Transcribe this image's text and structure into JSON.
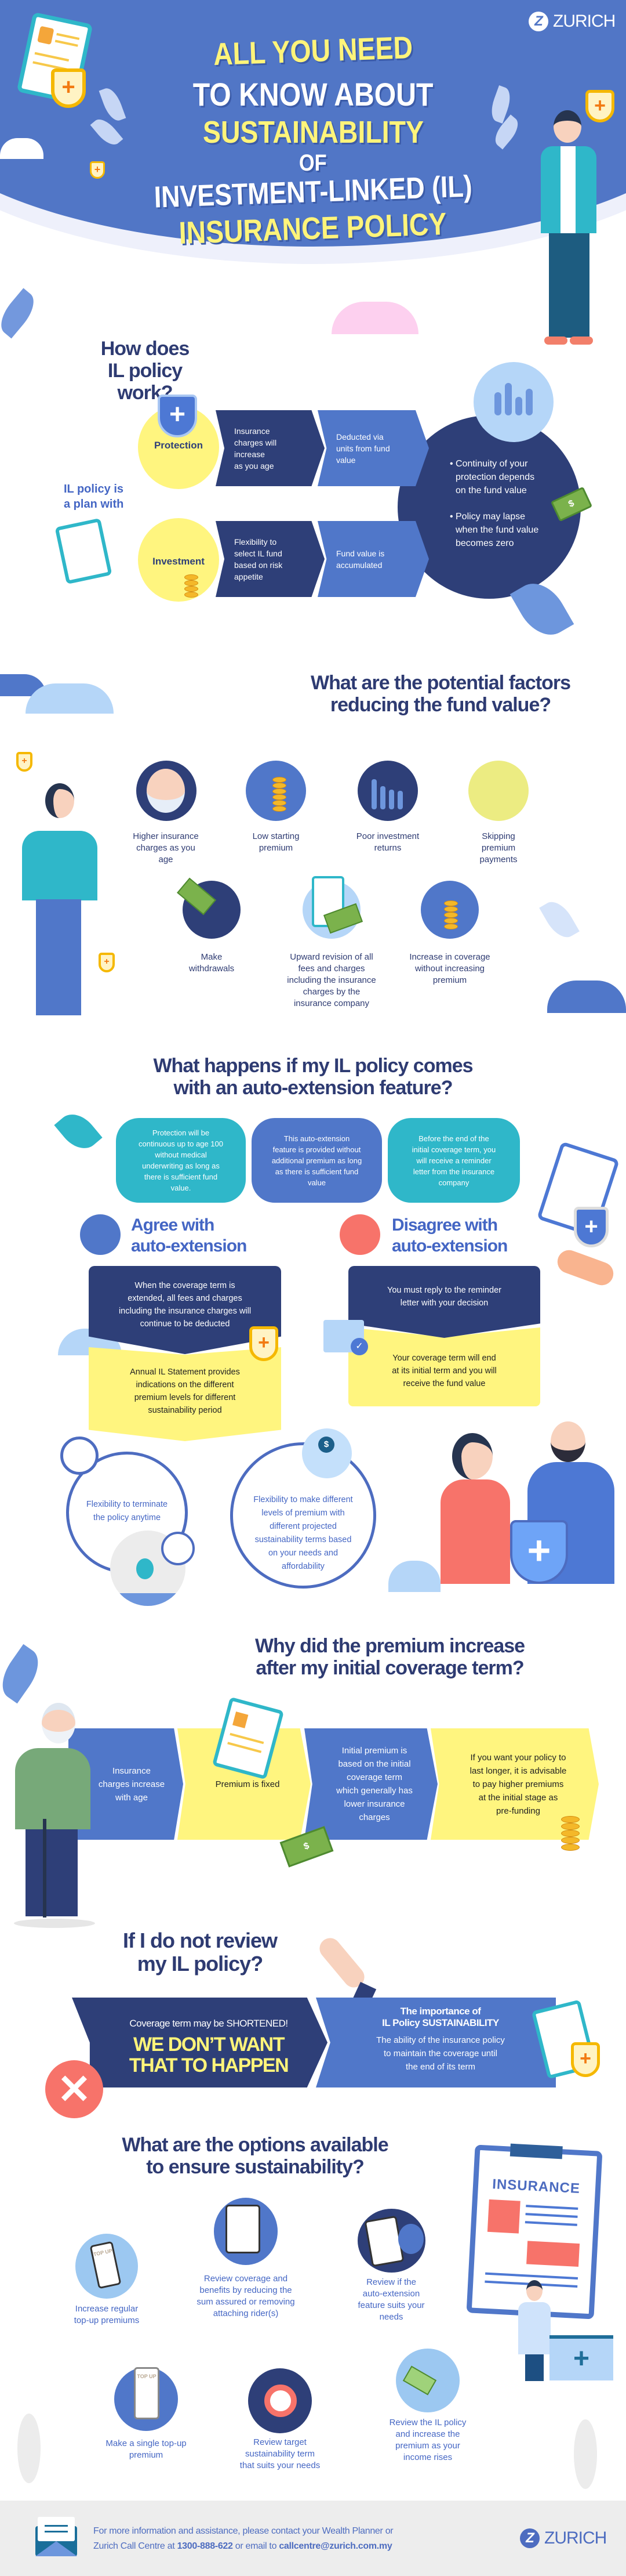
{
  "brand": "ZURICH",
  "hero": {
    "line1": "ALL YOU NEED",
    "line2": "TO KNOW ABOUT",
    "line3": "SUSTAINABILITY",
    "line4": "OF",
    "line5": "INVESTMENT-LINKED (IL)",
    "line6": "INSURANCE POLICY"
  },
  "how_it_works": {
    "heading": "How does\nIL policy work?",
    "intro": "IL policy is\na plan with",
    "rows": [
      {
        "label": "Protection",
        "step1": "Insurance\ncharges will\nincrease\nas you age",
        "step2": "Deducted via\nunits from fund\nvalue"
      },
      {
        "label": "Investment",
        "step1": "Flexibility to\nselect IL fund\nbased on risk\nappetite",
        "step2": "Fund value is\naccumulated"
      }
    ],
    "outcomes": [
      "Continuity of your\nprotection depends\non the fund value",
      "Policy may lapse\nwhen the fund value\nbecomes zero"
    ]
  },
  "factors": {
    "heading": "What are the potential factors\nreducing the fund value?",
    "items": [
      "Higher insurance\ncharges as you\nage",
      "Low starting\npremium",
      "Poor investment\nreturns",
      "Skipping\npremium\npayments",
      "Make\nwithdrawals",
      "Upward revision of all\nfees and charges\nincluding the insurance\ncharges by the\ninsurance company",
      "Increase in coverage\nwithout increasing\npremium"
    ]
  },
  "auto_extension": {
    "heading": "What happens if my IL policy comes\nwith an auto-extension feature?",
    "facts": [
      "Protection will be\ncontinuous up to age 100\nwithout medical\nunderwriting as long as\nthere is sufficient fund\nvalue.",
      "This auto-extension\nfeature is provided without\nadditional premium as long\nas there is sufficient fund\nvalue",
      "Before the end of the\ninitial coverage term, you\nwill receive a reminder\nletter from the insurance\ncompany"
    ],
    "agree": {
      "title": "Agree with\nauto-extension",
      "step1": "When the coverage term is\nextended, all fees and charges\nincluding the insurance charges will\ncontinue to be deducted",
      "step2": "Annual IL Statement provides\nindications on the different\npremium levels for different\nsustainability period",
      "benefit1": "Flexibility to terminate\nthe policy anytime",
      "benefit2": "Flexibility to make different\nlevels of premium with\ndifferent projected\nsustainability terms based\non your needs and\naffordability"
    },
    "disagree": {
      "title": "Disagree with\nauto-extension",
      "step1": "You must reply to the reminder\nletter with your decision",
      "step2": "Your coverage term will end\nat its initial term and you will\nreceive the fund value"
    }
  },
  "premium_increase": {
    "heading": "Why did the premium increase\nafter my initial coverage term?",
    "steps": [
      "Insurance\ncharges increase\nwith age",
      "Premium is fixed",
      "Initial premium is\nbased on the initial\ncoverage term\nwhich generally has\nlower insurance\ncharges",
      "If you want your policy to\nlast longer, it is advisable\nto pay higher premiums\nat the initial stage as\npre-funding"
    ]
  },
  "no_review": {
    "heading": "If I do not review\nmy IL policy?",
    "warning": "Coverage term may be SHORTENED!",
    "slogan": "WE DON’T WANT\nTHAT TO HAPPEN",
    "importance_title": "The importance of\nIL Policy SUSTAINABILITY",
    "importance_text": "The ability of the insurance policy\nto maintain the coverage until\nthe end of its term"
  },
  "options": {
    "heading": "What are the options available\nto ensure sustainability?",
    "clipboard_title": "INSURANCE",
    "items": [
      "Increase regular\ntop-up premiums",
      "Review coverage and\nbenefits by reducing the\nsum assured or removing\nattaching rider(s)",
      "Review if the\nauto-extension\nfeature suits your\nneeds",
      "Make a single top-up\npremium",
      "Review target\nsustainability term\nthat suits your needs",
      "Review the IL policy\nand increase the\npremium as your\nincome rises"
    ],
    "phone_label": "TOP UP"
  },
  "footer": {
    "line1": "For more information and assistance, please contact your Wealth Planner or",
    "line2_prefix": "Zurich Call Centre at ",
    "phone": "1300-888-622",
    "line2_mid": " or email to ",
    "email": "callcentre@zurich.com.my"
  },
  "colors": {
    "primary": "#5176c6",
    "navy": "#2e3f78",
    "yellow": "#fff57f",
    "teal": "#2fb7c9",
    "coral": "#f7736a"
  }
}
